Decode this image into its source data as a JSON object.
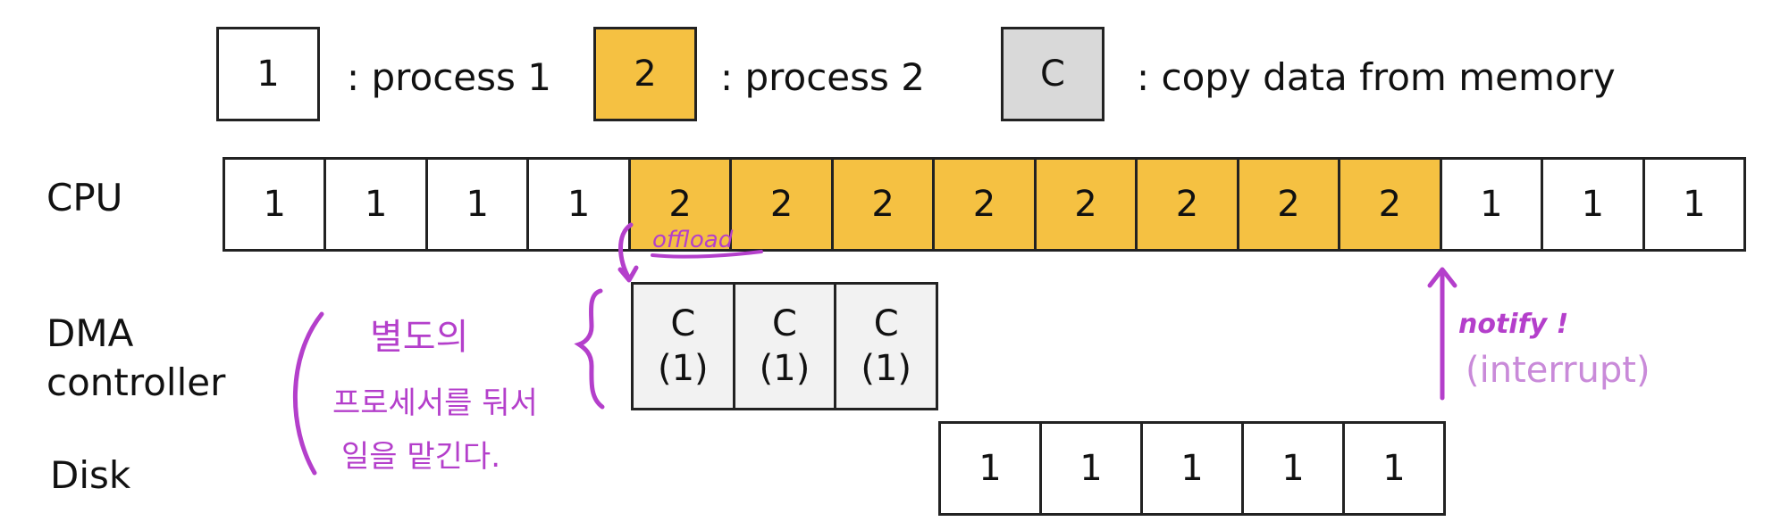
{
  "legend": [
    {
      "symbol": "1",
      "text": ": process 1",
      "color": "#ffffff"
    },
    {
      "symbol": "2",
      "text": ": process 2",
      "color": "#f5c142"
    },
    {
      "symbol": "C",
      "text": ": copy data from memory",
      "color": "#d9d9d9"
    }
  ],
  "rows": {
    "cpu": {
      "label": "CPU",
      "cells": [
        {
          "v": "1",
          "p": 1
        },
        {
          "v": "1",
          "p": 1
        },
        {
          "v": "1",
          "p": 1
        },
        {
          "v": "1",
          "p": 1
        },
        {
          "v": "2",
          "p": 2
        },
        {
          "v": "2",
          "p": 2
        },
        {
          "v": "2",
          "p": 2
        },
        {
          "v": "2",
          "p": 2
        },
        {
          "v": "2",
          "p": 2
        },
        {
          "v": "2",
          "p": 2
        },
        {
          "v": "2",
          "p": 2
        },
        {
          "v": "2",
          "p": 2
        },
        {
          "v": "1",
          "p": 1
        },
        {
          "v": "1",
          "p": 1
        },
        {
          "v": "1",
          "p": 1
        }
      ]
    },
    "dma": {
      "label_line1": "DMA",
      "label_line2": "controller",
      "cells": [
        {
          "top": "C",
          "bottom": "(1)"
        },
        {
          "top": "C",
          "bottom": "(1)"
        },
        {
          "top": "C",
          "bottom": "(1)"
        }
      ]
    },
    "disk": {
      "label": "Disk",
      "cells": [
        "1",
        "1",
        "1",
        "1",
        "1"
      ]
    }
  },
  "annotations": {
    "offload": "offload",
    "notify": "notify !",
    "interrupt": "(interrupt)",
    "korean_line1": "별도의",
    "korean_line2": "프로세서를 둬서",
    "korean_line3": "일을 맡긴다."
  },
  "colors": {
    "process1": "#ffffff",
    "process2": "#f5c142",
    "copy": "#d9d9d9",
    "dma_cell": "#f2f2f2",
    "ink": "#b43fcb",
    "interrupt": "#c98ad9"
  }
}
